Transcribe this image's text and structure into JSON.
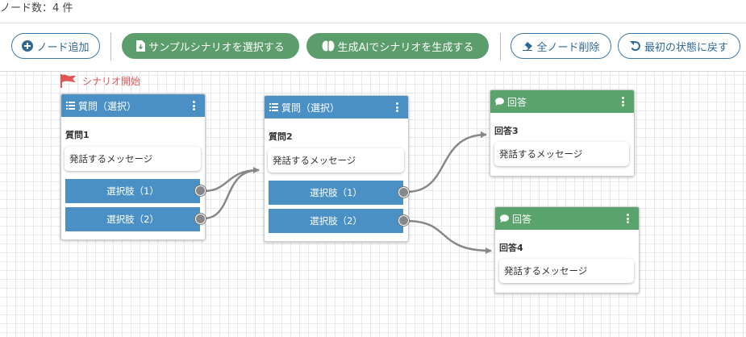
{
  "status": {
    "node_count": "ノード数：4 件"
  },
  "toolbar": {
    "add_node": "ノード追加",
    "select_sample": "サンプルシナリオを選択する",
    "generate_ai": "生成AIでシナリオを生成する",
    "delete_all": "全ノード削除",
    "reset": "最初の状態に戻す"
  },
  "canvas": {
    "start_label": "シナリオ開始",
    "nodes": [
      {
        "header": "質問（選択）",
        "title": "質問1",
        "message": "発話するメッセージ",
        "choices": [
          "選択肢（1）",
          "選択肢（2）"
        ]
      },
      {
        "header": "質問（選択）",
        "title": "質問2",
        "message": "発話するメッセージ",
        "choices": [
          "選択肢（1）",
          "選択肢（2）"
        ]
      },
      {
        "header": "回答",
        "title": "回答3",
        "message": "発話するメッセージ"
      },
      {
        "header": "回答",
        "title": "回答4",
        "message": "発話するメッセージ"
      }
    ]
  },
  "colors": {
    "question_header": "#4a90c4",
    "answer_header": "#5aa36c",
    "primary_button": "#5b9e6b",
    "start_flag": "#e05555"
  },
  "icons": {
    "add": "plus-circle-icon",
    "sample": "file-download-icon",
    "ai": "brain-icon",
    "delete": "eraser-icon",
    "reset": "undo-icon",
    "start": "flag-icon",
    "question": "list-icon",
    "answer": "comment-icon",
    "menu": "kebab-icon"
  }
}
